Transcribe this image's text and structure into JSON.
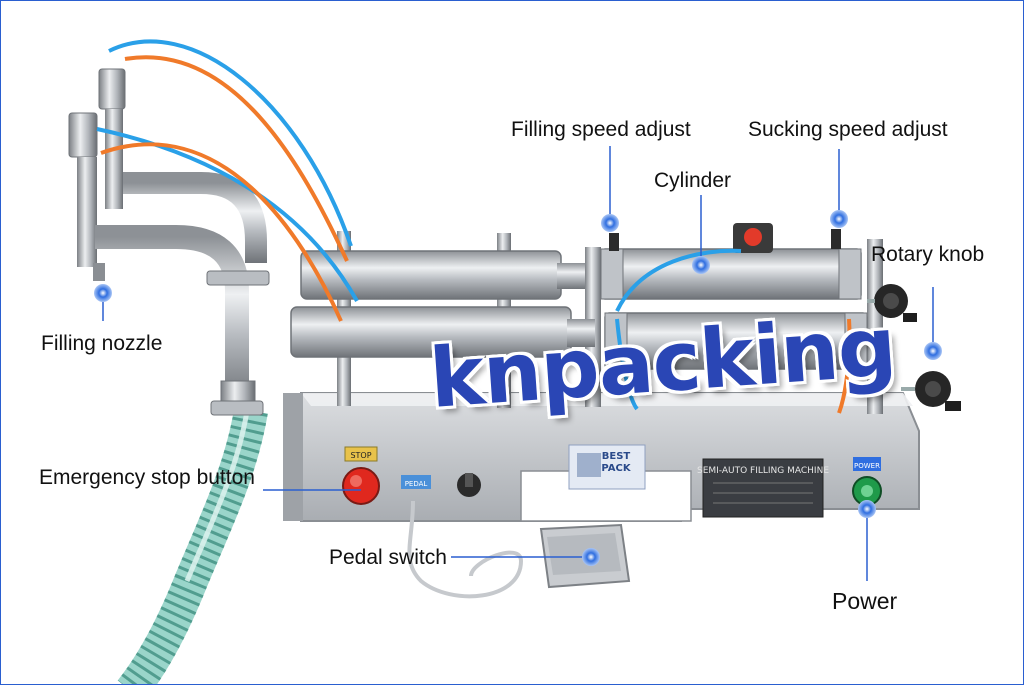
{
  "watermark": "knpacking",
  "labels": {
    "filling_speed_adjust": "Filling speed adjust",
    "sucking_speed_adjust": "Sucking speed adjust",
    "cylinder": "Cylinder",
    "rotary_knob": "Rotary knob",
    "filling_nozzle": "Filling nozzle",
    "emergency_stop_button": "Emergency stop button",
    "pedal_switch": "Pedal switch",
    "power": "Power"
  },
  "machine": {
    "stop_tag": "STOP",
    "pedal_tag": "PEDAL",
    "power_tag": "POWER",
    "nameplate_title": "SEMI-AUTO FILLING MACHINE",
    "sticker_line1": "BEST",
    "sticker_line2": "PACK"
  },
  "colors": {
    "accent_blue": "#2a5fd0",
    "marker_blue": "#1f57c9",
    "steel": "#c9ccd0",
    "tube_blue": "#2aa0e8",
    "tube_orange": "#f07a2a",
    "stop_red": "#e0281e",
    "power_green": "#1f9a4a"
  }
}
